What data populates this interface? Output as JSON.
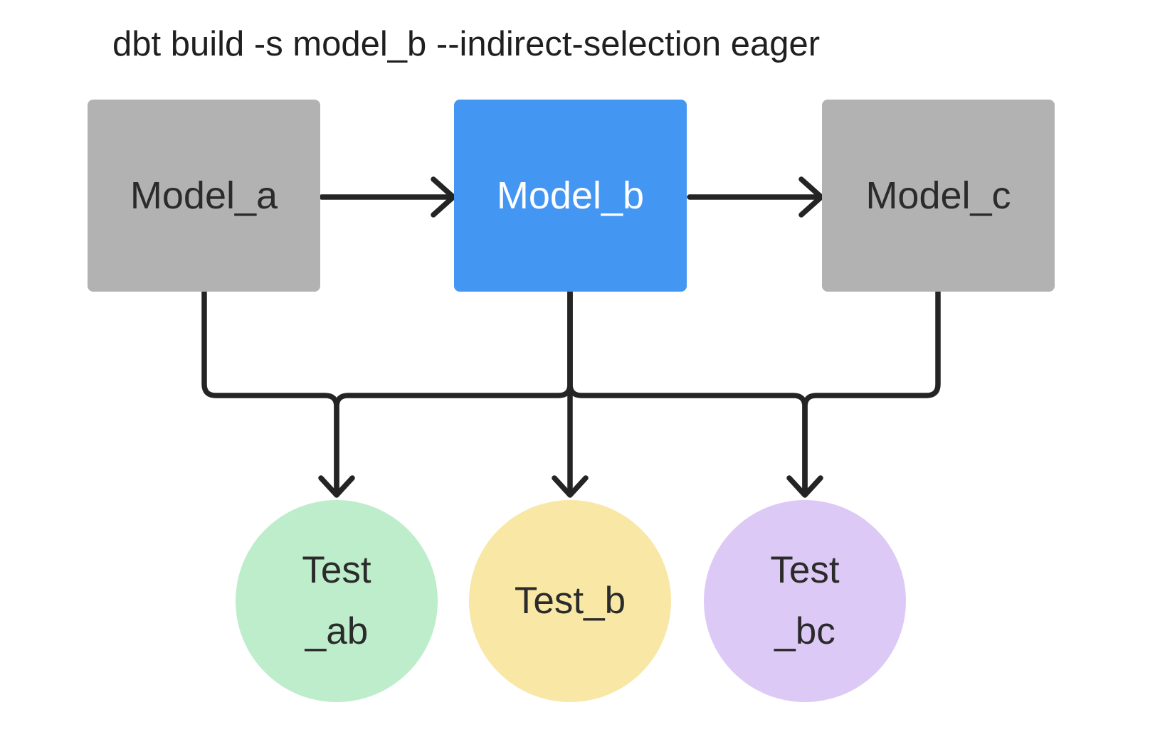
{
  "title": "dbt build -s model_b --indirect-selection eager",
  "colors": {
    "background": "#ffffff",
    "model_default": "#b2b2b2",
    "model_selected": "#4496f3",
    "test_ab": "#bdedca",
    "test_b": "#f9e7a6",
    "test_bc": "#ddc9f6",
    "edge": "#242424",
    "text_dark": "#2b2b2b",
    "text_light": "#ffffff",
    "title": "#1f1f1f"
  },
  "models": [
    {
      "id": "model_a",
      "label": "Model_a",
      "selected": false
    },
    {
      "id": "model_b",
      "label": "Model_b",
      "selected": true
    },
    {
      "id": "model_c",
      "label": "Model_c",
      "selected": false
    }
  ],
  "tests": [
    {
      "id": "test_ab",
      "lines": [
        "Test",
        "_ab"
      ]
    },
    {
      "id": "test_b",
      "lines": [
        "Test_b"
      ]
    },
    {
      "id": "test_bc",
      "lines": [
        "Test",
        "_bc"
      ]
    }
  ],
  "edges": [
    {
      "from": "model_a",
      "to": "model_b"
    },
    {
      "from": "model_b",
      "to": "model_c"
    },
    {
      "from": "model_a",
      "to": "test_ab"
    },
    {
      "from": "model_b",
      "to": "test_ab"
    },
    {
      "from": "model_b",
      "to": "test_b"
    },
    {
      "from": "model_b",
      "to": "test_bc"
    },
    {
      "from": "model_c",
      "to": "test_bc"
    }
  ]
}
